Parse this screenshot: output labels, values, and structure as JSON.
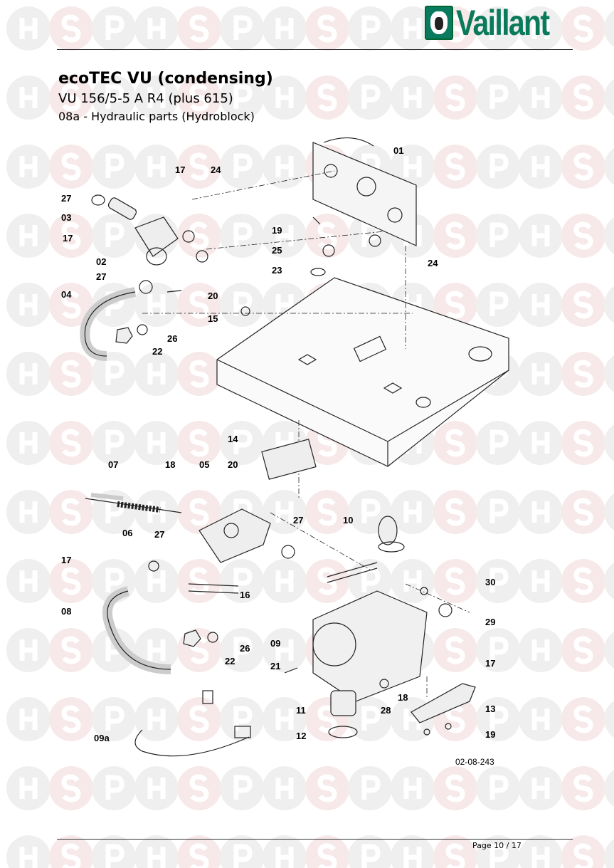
{
  "brand": {
    "logo_text": "Vaillant",
    "color": "#0b7a5a"
  },
  "watermark": {
    "letters": [
      "H",
      "S",
      "P"
    ]
  },
  "header": {
    "title": "ecoTEC VU (condensing)",
    "model": "VU 156/5-5 A R4 (plus 615)",
    "section": "08a - Hydraulic parts (Hydroblock)"
  },
  "diagram": {
    "drawing_number": "02-08-243",
    "callouts": [
      "01",
      "17",
      "24",
      "27",
      "03",
      "17",
      "19",
      "25",
      "24",
      "02",
      "23",
      "27",
      "20",
      "04",
      "15",
      "26",
      "22",
      "14",
      "07",
      "18",
      "05",
      "20",
      "10",
      "27",
      "06",
      "27",
      "17",
      "16",
      "30",
      "08",
      "29",
      "09",
      "26",
      "22",
      "17",
      "21",
      "18",
      "13",
      "11",
      "28",
      "19",
      "12",
      "09a"
    ]
  },
  "footer": {
    "page": "Page 10 / 17"
  }
}
